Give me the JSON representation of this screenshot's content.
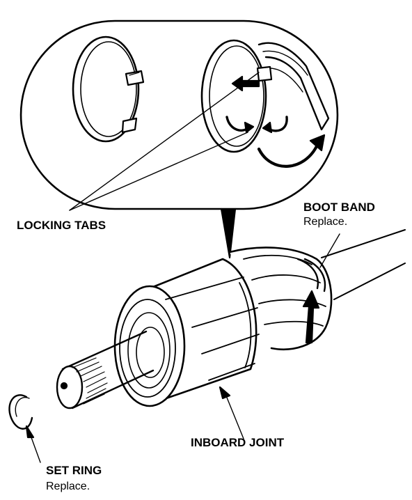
{
  "labels": {
    "locking_tabs": "LOCKING TABS",
    "boot_band": "BOOT BAND",
    "boot_band_note": "Replace.",
    "inboard_joint": "INBOARD JOINT",
    "set_ring": "SET RING",
    "set_ring_note": "Replace."
  },
  "colors": {
    "ink": "#000000",
    "paper": "#ffffff"
  }
}
